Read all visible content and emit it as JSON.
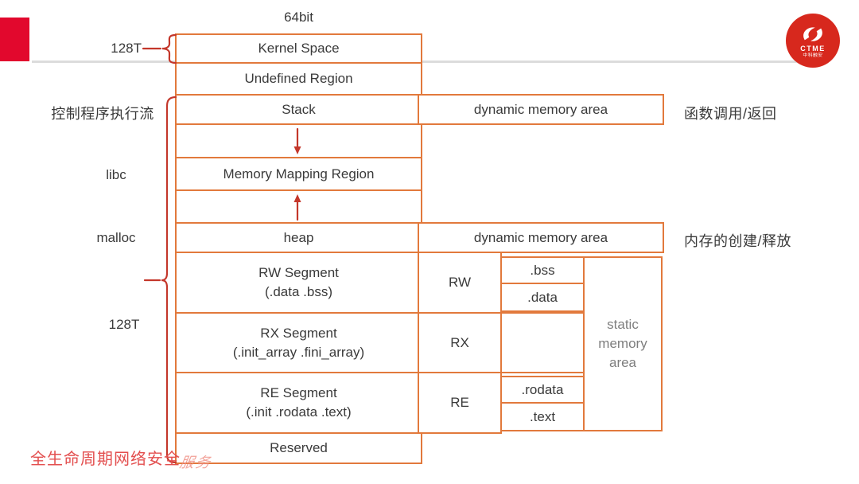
{
  "slide": {
    "top_label": "64bit",
    "footer_text": "全生命周期网络安全",
    "footer_suffix": "服务"
  },
  "logo": {
    "name": "CTME",
    "subtext": "中科融安"
  },
  "memory_column": {
    "rows": [
      {
        "label": "Kernel Space"
      },
      {
        "label": "Undefined Region"
      },
      {
        "label": "Stack"
      },
      {
        "label": "",
        "arrow": "down"
      },
      {
        "label": "Memory Mapping Region"
      },
      {
        "label": "",
        "arrow": "up"
      },
      {
        "label": "heap"
      },
      {
        "label": "RW Segment",
        "sublabel": "(.data .bss)"
      },
      {
        "label": "RX Segment",
        "sublabel": "(.init_array .fini_array)"
      },
      {
        "label": "RE Segment",
        "sublabel": "(.init .rodata .text)"
      },
      {
        "label": "Reserved"
      }
    ]
  },
  "left_labels": {
    "kernel_size": "128T",
    "control_flow": "控制程序执行流",
    "libc": "libc",
    "malloc": "malloc",
    "user_size": "128T"
  },
  "right_labels": {
    "stack_dynamic": "dynamic memory area",
    "heap_dynamic": "dynamic memory area",
    "function_call": "函数调用/返回",
    "memory_create": "内存的创建/释放",
    "static_area": "static memory area"
  },
  "permission_cells": {
    "rw": "RW",
    "rx": "RX",
    "re": "RE"
  },
  "section_cells": {
    "bss": ".bss",
    "data": ".data",
    "rodata": ".rodata",
    "text": ".text"
  },
  "colors": {
    "box_border": "#E2793C",
    "accent_red": "#C4372B",
    "brand_red": "#E2082D",
    "logo_red": "#D7281D",
    "footer_red": "#E34F4F",
    "muted_text": "#7E7E7E",
    "text": "#3A3A3A"
  }
}
